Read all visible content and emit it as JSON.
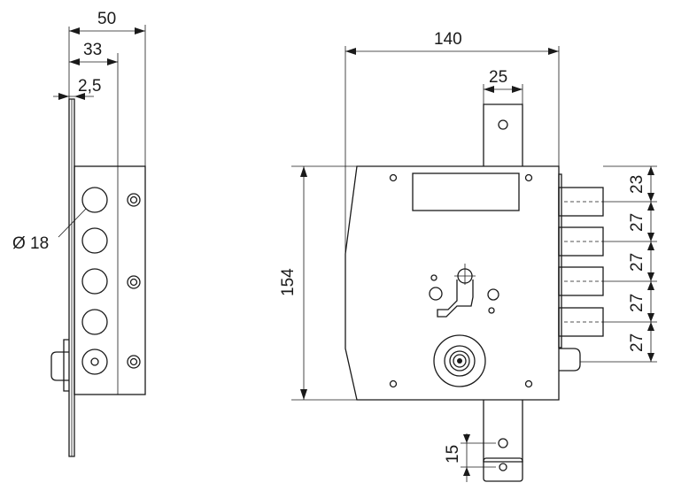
{
  "side_view": {
    "dim_width_total": "50",
    "dim_width_case": "33",
    "dim_plate_thickness": "2,5",
    "dim_bolt_diameter": "Ø 18"
  },
  "front_view": {
    "dim_width": "140",
    "dim_latch_width": "25",
    "dim_height": "154",
    "dim_bolt_offset_first": "23",
    "dim_bolt_spacing_1": "27",
    "dim_bolt_spacing_2": "27",
    "dim_bolt_spacing_3": "27",
    "dim_bolt_spacing_4": "27",
    "dim_bottom_hole": "15"
  }
}
